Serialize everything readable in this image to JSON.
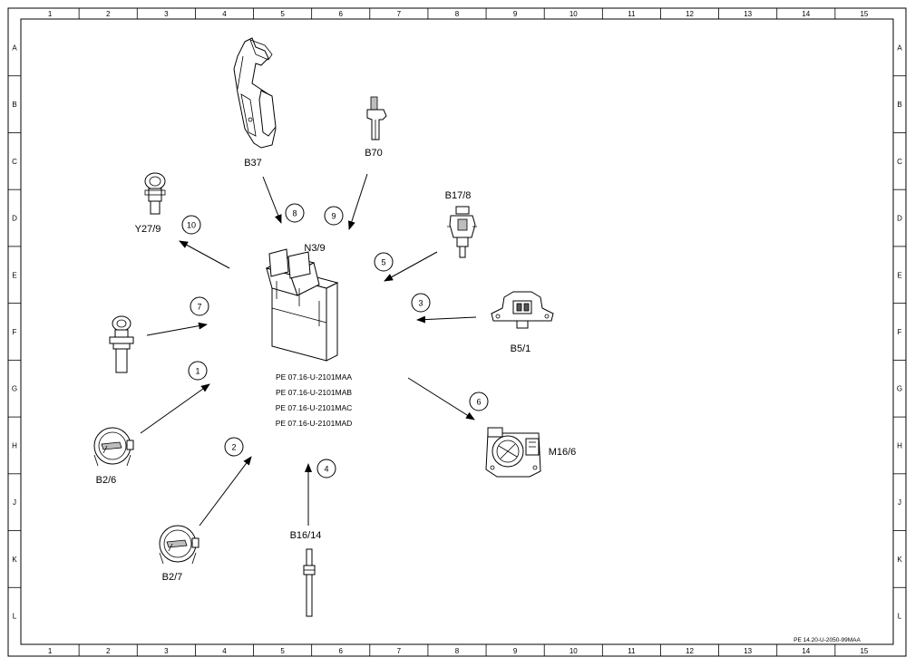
{
  "frame": {
    "columns": [
      "1",
      "2",
      "3",
      "4",
      "5",
      "6",
      "7",
      "8",
      "9",
      "10",
      "11",
      "12",
      "13",
      "14",
      "15"
    ],
    "rows": [
      "A",
      "B",
      "C",
      "D",
      "E",
      "F",
      "G",
      "H",
      "J",
      "K",
      "L"
    ]
  },
  "control_unit": {
    "label": "N3/9",
    "documents": [
      "PE 07.16-U-2101MAA",
      "PE 07.16-U-2101MAB",
      "PE 07.16-U-2101MAC",
      "PE 07.16-U-2101MAD"
    ]
  },
  "components": {
    "b37": "B37",
    "b70": "B70",
    "b17_8": "B17/8",
    "y27_9": "Y27/9",
    "b5_1": "B5/1",
    "m16_6": "M16/6",
    "b2_6": "B2/6",
    "b2_7": "B2/7",
    "b16_14": "B16/14"
  },
  "callouts": [
    "1",
    "2",
    "3",
    "4",
    "5",
    "6",
    "7",
    "8",
    "9",
    "10"
  ],
  "drawing_ref": "PE 14.20-U-2050-99MAA"
}
